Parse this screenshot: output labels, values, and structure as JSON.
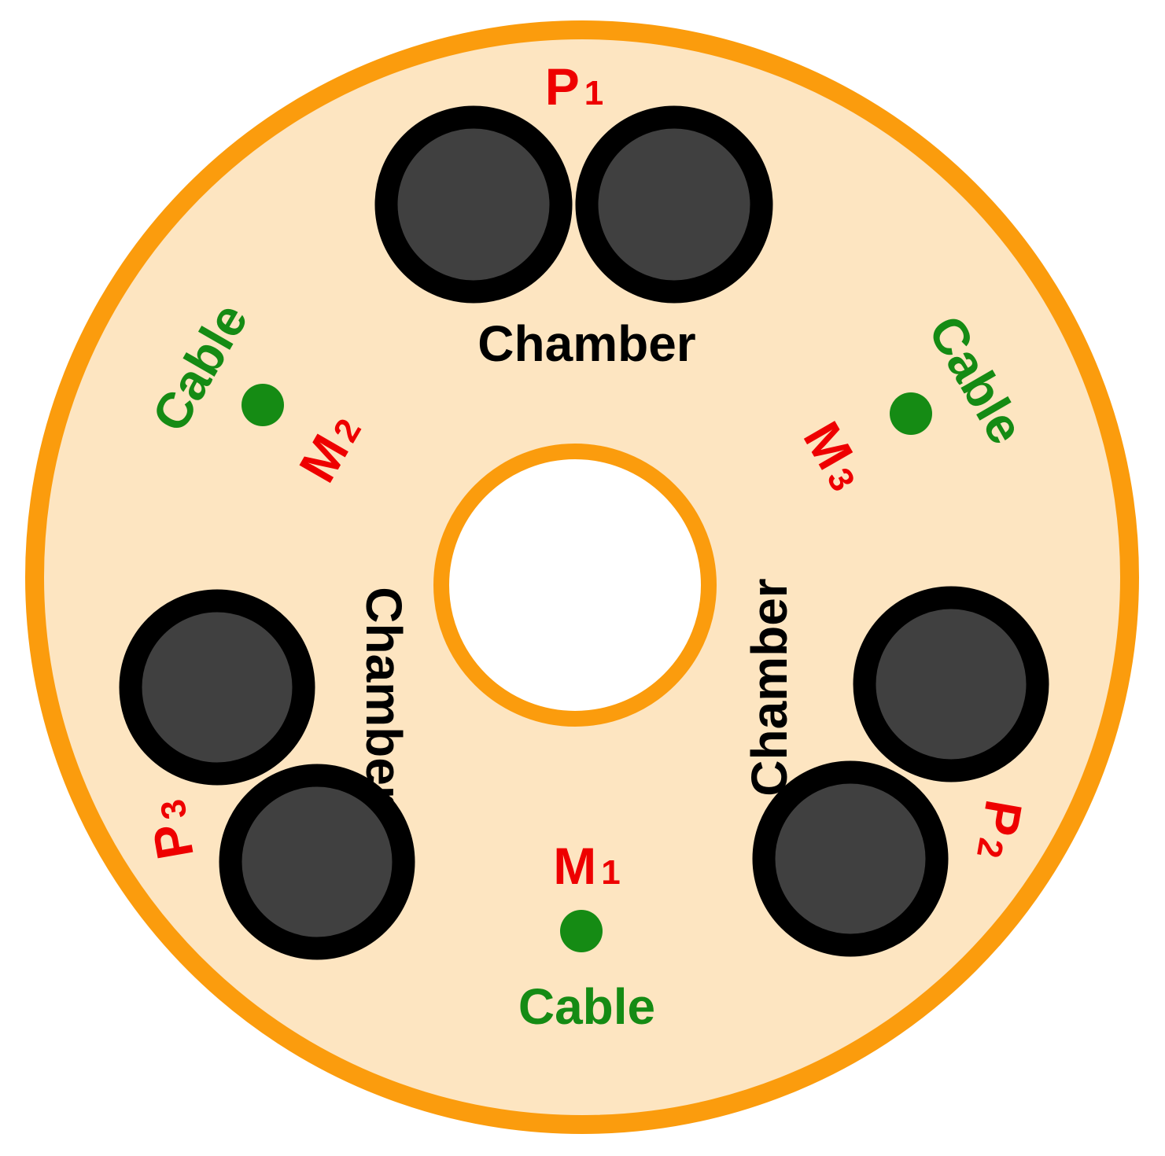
{
  "colors": {
    "disc_fill": "#fde5c1",
    "ring_stroke": "#fb9c0d",
    "hole_fill": "#ffffff",
    "chamber_outer": "#000000",
    "chamber_inner": "#404040",
    "label_p_m": "#ee0000",
    "label_cable": "#158b14",
    "label_chamber": "#000000"
  },
  "labels": {
    "p1": {
      "main": "P",
      "sub": "1"
    },
    "p2": {
      "main": "P",
      "sub": "2"
    },
    "p3": {
      "main": "P",
      "sub": "3"
    },
    "m1": {
      "main": "M",
      "sub": "1"
    },
    "m2": {
      "main": "M",
      "sub": "2"
    },
    "m3": {
      "main": "M",
      "sub": "3"
    },
    "chamber": "Chamber",
    "cable": "Cable"
  }
}
